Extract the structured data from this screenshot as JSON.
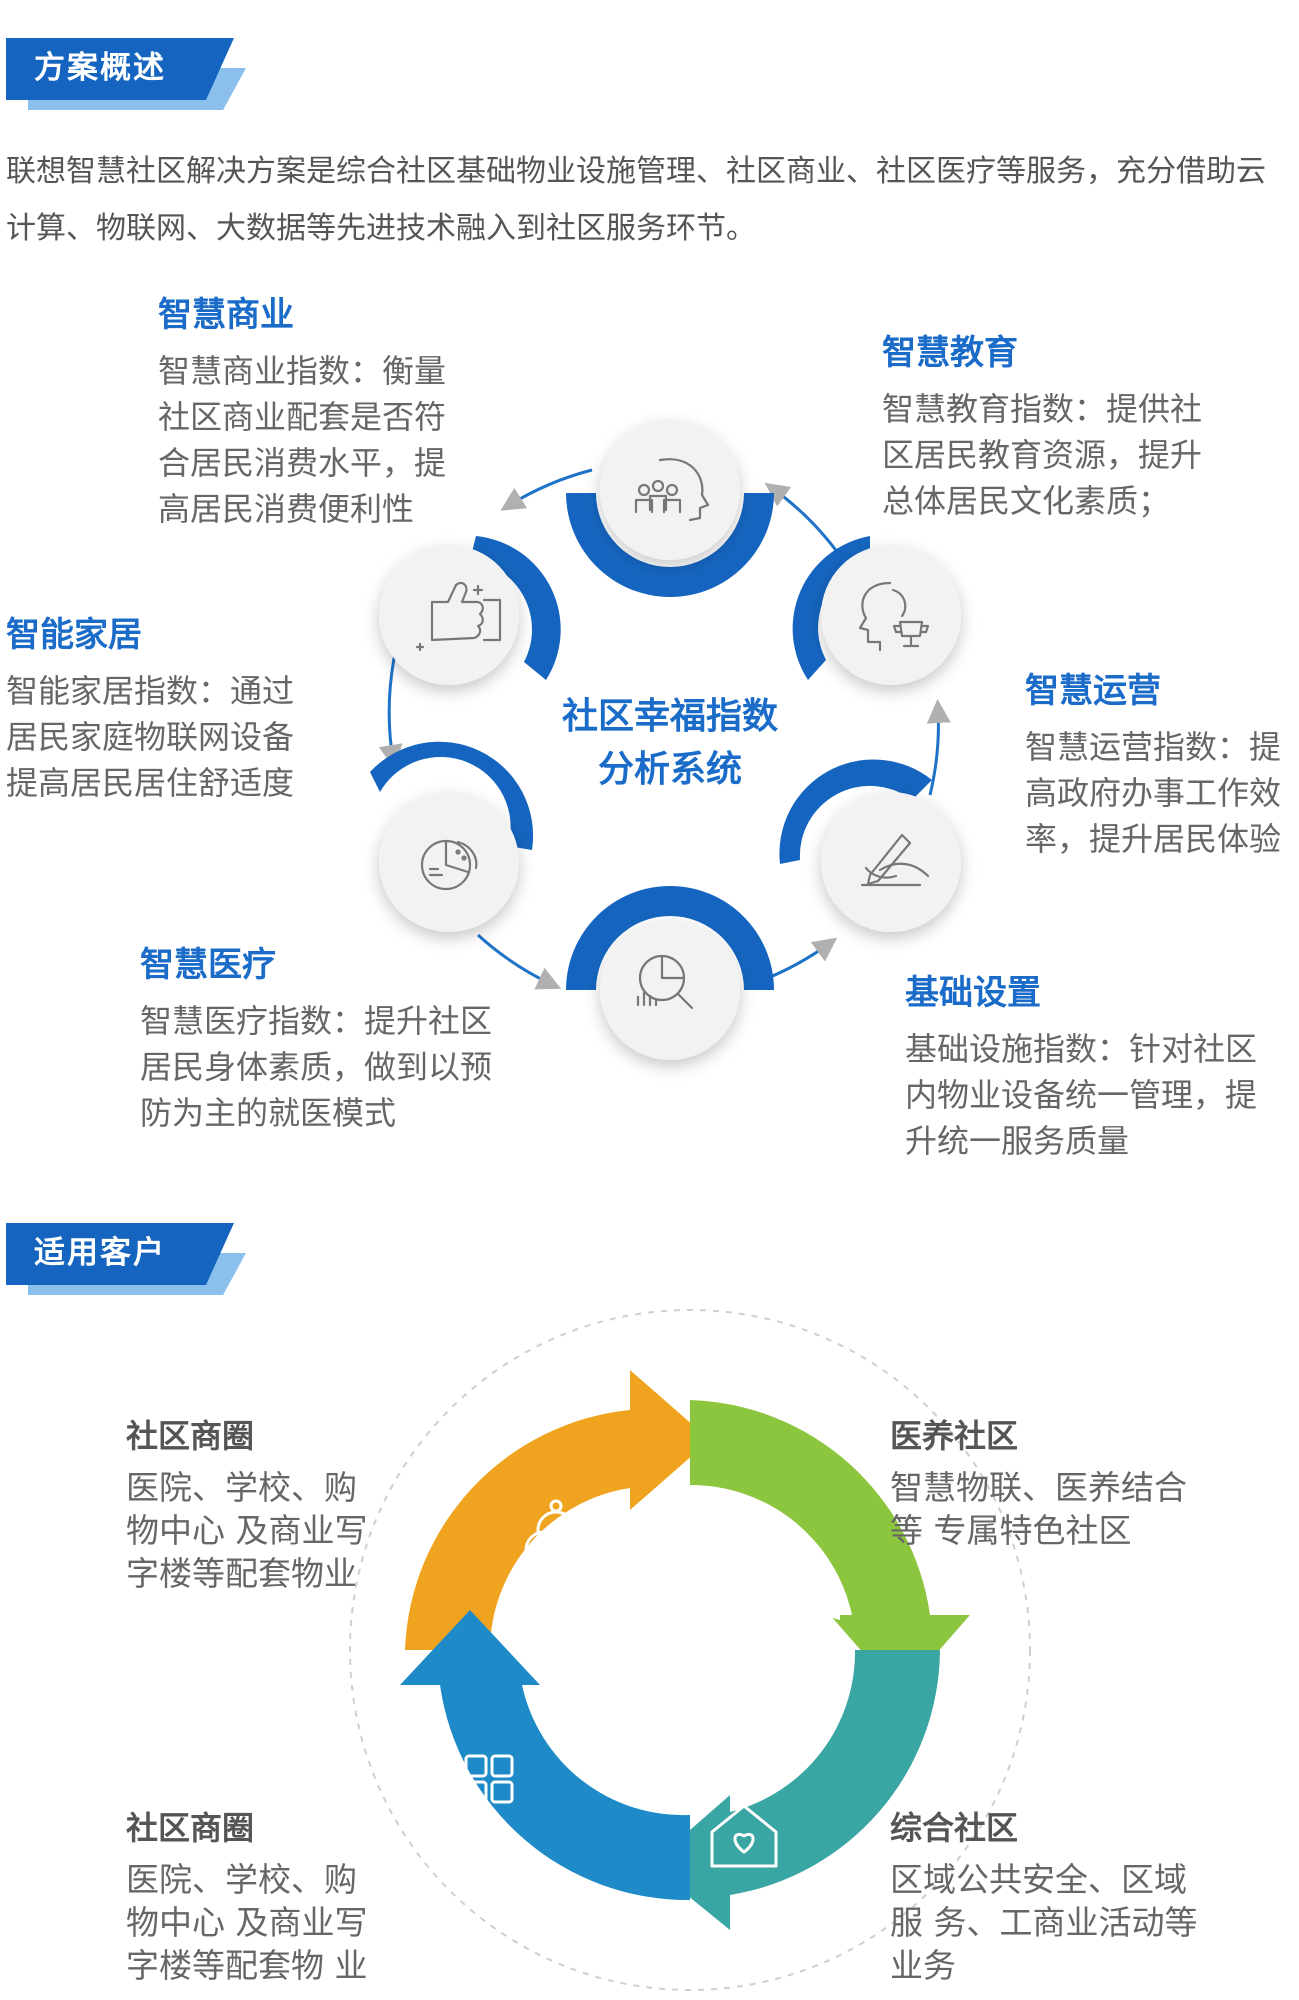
{
  "section1": {
    "title": "方案概述",
    "intro": "联想智慧社区解决方案是综合社区基础物业设施管理、社区商业、社区医疗等服务，充分借助云计算、物联网、大数据等先进技术融入到社区服务环节。"
  },
  "cycle": {
    "center_line1": "社区幸福指数",
    "center_line2": "分析系统",
    "nodes": [
      {
        "title": "智慧商业",
        "body": [
          "智慧商业指数：衡量",
          "社区商业配套是否符",
          "合居民消费水平，提",
          "高居民消费便利性"
        ]
      },
      {
        "title": "智慧教育",
        "body": [
          "智慧教育指数：提供社",
          "区居民教育资源，提升",
          "总体居民文化素质；"
        ]
      },
      {
        "title": "智能家居",
        "body": [
          "智能家居指数：通过",
          "居民家庭物联网设备",
          "提高居民居住舒适度"
        ]
      },
      {
        "title": "智慧运营",
        "body": [
          "智慧运营指数：提",
          "高政府办事工作效",
          "率，提升居民体验"
        ]
      },
      {
        "title": "智慧医疗",
        "body": [
          "智慧医疗指数：提升社区",
          "居民身体素质，做到以预",
          "防为主的就医模式"
        ]
      },
      {
        "title": "基础设置",
        "body": [
          "基础设施指数：针对社区",
          "内物业设备统一管理，提",
          "升统一服务质量"
        ]
      }
    ],
    "icons": [
      "crowd-head-icon",
      "head-trophy-icon",
      "hand-writing-icon",
      "magnifier-chart-icon",
      "pie-chart-icon",
      "thumbs-up-icon"
    ],
    "colors": {
      "blue": "#1a6cc8",
      "arc": "#1565c0",
      "arrow": "#b0b0b0",
      "circle": "#f1f1f1"
    }
  },
  "section2": {
    "title": "适用客户",
    "customers": [
      {
        "title": "社区商圈",
        "body": [
          "医院、学校、购",
          "物中心  及商业写",
          "字楼等配套物业"
        ]
      },
      {
        "title": "医养社区",
        "body": [
          "智慧物联、医养结合",
          "等 专属特色社区"
        ]
      },
      {
        "title": "社区商圈",
        "body": [
          "医院、学校、购",
          "物中心  及商业写",
          "字楼等配套物 业"
        ]
      },
      {
        "title": "综合社区",
        "body": [
          "区域公共安全、区域",
          "服  务、工商业活动等",
          "业务"
        ]
      }
    ],
    "icons": [
      "venn-people-icon",
      "medical-cross-icon",
      "house-heart-icon",
      "apps-grid-icon"
    ],
    "colors": {
      "orange": "#f0a31e",
      "yellow": "#f7c824",
      "green": "#8cc63f",
      "teal": "#3aa6a4",
      "blue": "#1e8bc8"
    }
  }
}
